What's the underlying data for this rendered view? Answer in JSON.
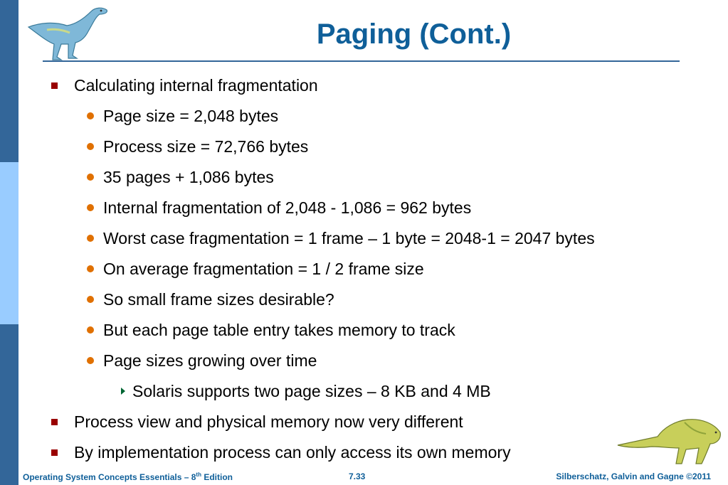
{
  "slide": {
    "title": "Paging (Cont.)",
    "bullets": [
      {
        "level": 1,
        "text": "Calculating internal fragmentation"
      },
      {
        "level": 2,
        "text": "Page size = 2,048 bytes"
      },
      {
        "level": 2,
        "text": "Process size = 72,766 bytes"
      },
      {
        "level": 2,
        "text": "35 pages + 1,086 bytes"
      },
      {
        "level": 2,
        "text": "Internal fragmentation of 2,048 - 1,086 = 962 bytes"
      },
      {
        "level": 2,
        "text": "Worst case fragmentation = 1 frame – 1 byte = 2048-1 = 2047 bytes"
      },
      {
        "level": 2,
        "text": "On average fragmentation = 1 / 2 frame size"
      },
      {
        "level": 2,
        "text": "So small frame sizes desirable?"
      },
      {
        "level": 2,
        "text": "But each page table entry takes memory to track"
      },
      {
        "level": 2,
        "text": "Page sizes growing over time"
      },
      {
        "level": 3,
        "text": "Solaris supports two page sizes – 8 KB and 4 MB"
      },
      {
        "level": 1,
        "text": "Process view and physical memory now very different"
      },
      {
        "level": 1,
        "text": "By implementation process can only access its own memory"
      }
    ]
  },
  "footer": {
    "left_prefix": "Operating System Concepts Essentials – 8",
    "left_sup": "th",
    "left_suffix": " Edition",
    "page_number": "7.33",
    "right": "Silberschatz, Galvin and Gagne ©2011"
  },
  "colors": {
    "title": "#0f5f99",
    "left_bar_dark": "#336699",
    "left_bar_light": "#99ccff",
    "bullet_level1": "#990000",
    "bullet_level2": "#e07000",
    "bullet_level3": "#006633"
  },
  "icons": [
    "dinosaur-icon",
    "dinosaur-icon"
  ]
}
